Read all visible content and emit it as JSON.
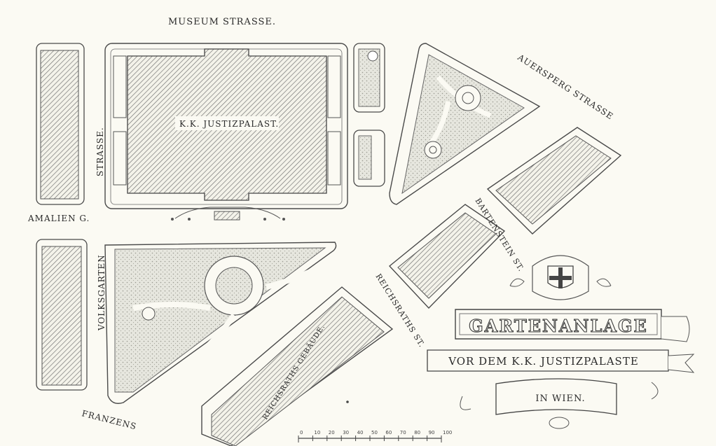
{
  "streets": {
    "museum": "MUSEUM STRASSE.",
    "auersperg": "AUERSPERG STRASSE",
    "strasse_left": "STRASSE.",
    "amalien": "AMALIEN G.",
    "volksgarten": "VOLKSGARTEN",
    "bartenstein": "BARTENSTEIN ST.",
    "reichsraths": "REICHSRATHS ST.",
    "franzens": "FRANZENS"
  },
  "buildings": {
    "justizpalast": "K.K. JUSTIZPALAST.",
    "reichsrath": "REICHSRATHS GEBÄUDE."
  },
  "cartouche": {
    "title": "GARTENANLAGE",
    "subtitle": "VOR DEM K.K. JUSTIZPALASTE",
    "place": "IN WIEN."
  },
  "scale": {
    "ticks": [
      "0",
      "10",
      "20",
      "30",
      "40",
      "50",
      "60",
      "70",
      "80",
      "90",
      "100"
    ]
  },
  "colors": {
    "paper": "#fbfaf3",
    "ink": "#3a3a3a",
    "garden": "#e4e4dc"
  }
}
